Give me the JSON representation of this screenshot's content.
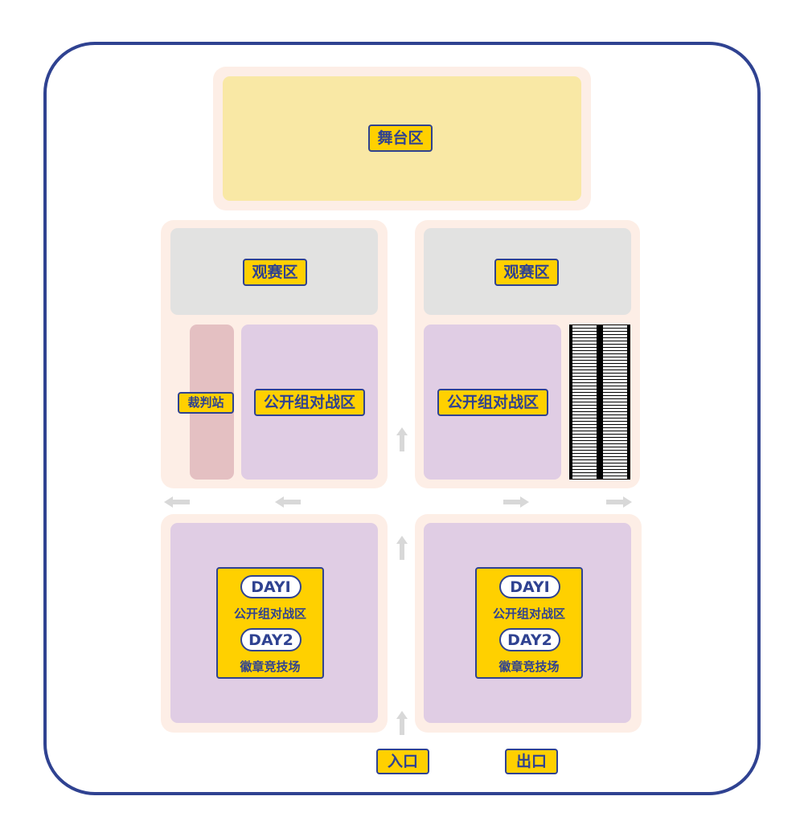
{
  "map": {
    "stage": "舞台区",
    "viewing_left": "观赛区",
    "viewing_right": "观赛区",
    "referee": "裁判站",
    "battle_left": "公开组对战区",
    "battle_right": "公开组对战区",
    "day_zone_left": {
      "day1_badge": "DAYⅠ",
      "day1_text": "公开组对战区",
      "day2_badge": "DAY2",
      "day2_text": "徽章竞技场"
    },
    "day_zone_right": {
      "day1_badge": "DAYⅠ",
      "day1_text": "公开组对战区",
      "day2_badge": "DAY2",
      "day2_text": "徽章竞技场"
    },
    "entrance": "入口",
    "exit": "出口"
  },
  "colors": {
    "border": "#2f4291",
    "label_bg": "#ffd000",
    "stage": "#f9e8a5",
    "viewing": "#e2e2e1",
    "battle": "#e0cde4",
    "referee": "#e4c0c2",
    "halo": "#fdeee6",
    "arrow": "#d8d8d8"
  },
  "icons": {
    "arrows": [
      "up-arrow-icon",
      "left-arrow-icon",
      "right-arrow-icon"
    ],
    "escalator": "escalator-icon"
  }
}
